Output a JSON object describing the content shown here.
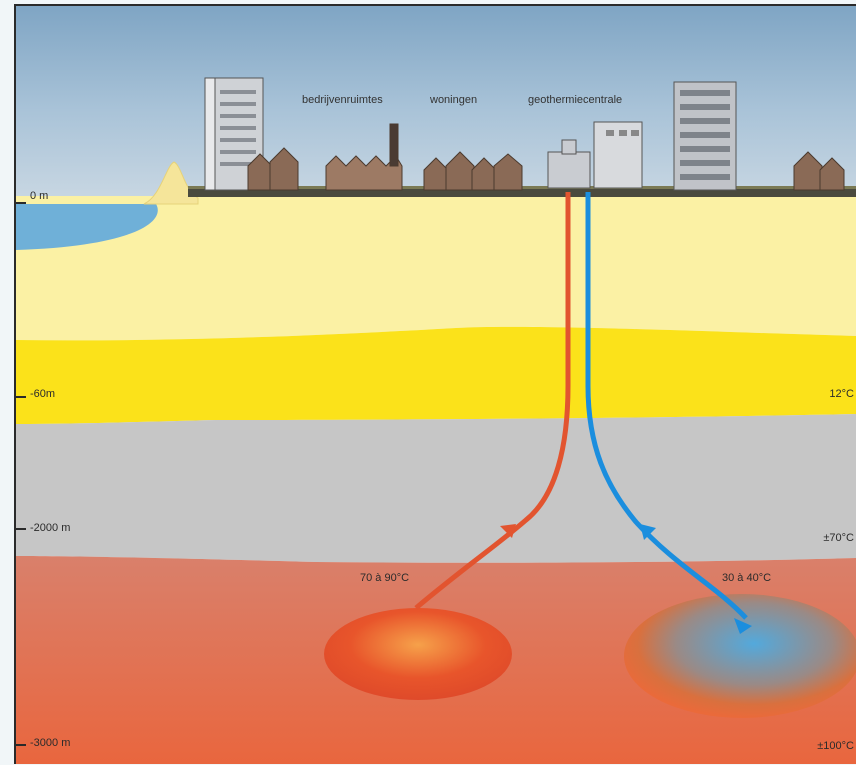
{
  "buildings": {
    "offices": "bedrijvenruimtes",
    "homes": "woningen",
    "plant": "geothermiecentrale"
  },
  "depths": {
    "surface": "0 m",
    "shallow": "-60m",
    "mid": "-2000 m",
    "deep": "-3000 m"
  },
  "temperatures": {
    "shallow": "12°C",
    "mid": "±70°C",
    "deep": "±100°C",
    "hot_flow": "70 à 90°C",
    "cold_flow": "30 à 40°C"
  },
  "colors": {
    "sky": "#8fb3cf",
    "sea": "#6fb0d8",
    "sand_light": "#fbf1a4",
    "sand_dark": "#fbe21a",
    "clay_grey": "#c6c6c6",
    "deep_red": "#e4664a",
    "hot_pipe": "#e2542f",
    "cold_pipe": "#1b8ede"
  }
}
